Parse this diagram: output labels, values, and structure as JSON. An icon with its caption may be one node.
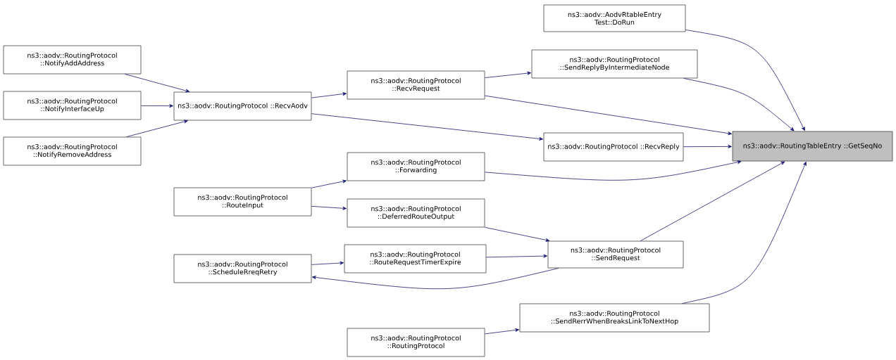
{
  "diagram": {
    "nodes": [
      {
        "text": [
          "ns3::aodv::RoutingTableEntry ::GetSeqNo"
        ]
      },
      {
        "text": [
          "ns3::aodv::AodvRtableEntry Test::DoRun"
        ]
      },
      {
        "text": [
          "ns3::aodv::RoutingProtocol ::SendReplyByIntermediateNode"
        ]
      },
      {
        "text": [
          "ns3::aodv::RoutingProtocol ::RecvRequest"
        ]
      },
      {
        "text": [
          "ns3::aodv::RoutingProtocol ::RecvAodv"
        ]
      },
      {
        "text": [
          "ns3::aodv::RoutingProtocol ::NotifyAddAddress"
        ]
      },
      {
        "text": [
          "ns3::aodv::RoutingProtocol ::NotifyInterfaceUp"
        ]
      },
      {
        "text": [
          "ns3::aodv::RoutingProtocol ::NotifyRemoveAddress"
        ]
      },
      {
        "text": [
          "ns3::aodv::RoutingProtocol ::RecvReply"
        ]
      },
      {
        "text": [
          "ns3::aodv::RoutingProtocol ::Forwarding"
        ]
      },
      {
        "text": [
          "ns3::aodv::RoutingProtocol ::RouteInput"
        ]
      },
      {
        "text": [
          "ns3::aodv::RoutingProtocol ::DeferredRouteOutput"
        ]
      },
      {
        "text": [
          "ns3::aodv::RoutingProtocol ::SendRequest"
        ]
      },
      {
        "text": [
          "ns3::aodv::RoutingProtocol ::RouteRequestTimerExpire"
        ]
      },
      {
        "text": [
          "ns3::aodv::RoutingProtocol ::ScheduleRreqRetry"
        ]
      },
      {
        "text": [
          "ns3::aodv::RoutingProtocol ::SendRerrWhenBreaksLinkToNextHop"
        ]
      },
      {
        "text": [
          "ns3::aodv::RoutingProtocol ::RoutingProtocol"
        ]
      }
    ],
    "edges": [
      {
        "from": 1,
        "to": 0,
        "arrow": "to"
      },
      {
        "from": 2,
        "to": 0,
        "arrow": "to"
      },
      {
        "from": 3,
        "to": 0,
        "arrow": "to"
      },
      {
        "from": 8,
        "to": 0,
        "arrow": "to"
      },
      {
        "from": 9,
        "to": 0,
        "arrow": "to"
      },
      {
        "from": 12,
        "to": 0,
        "arrow": "to"
      },
      {
        "from": 15,
        "to": 0,
        "arrow": "to"
      },
      {
        "from": 3,
        "to": 2,
        "arrow": "to"
      },
      {
        "from": 4,
        "to": 3,
        "arrow": "to"
      },
      {
        "from": 4,
        "to": 8,
        "arrow": "to"
      },
      {
        "from": 5,
        "to": 4,
        "arrow": "to"
      },
      {
        "from": 6,
        "to": 4,
        "arrow": "to"
      },
      {
        "from": 7,
        "to": 4,
        "arrow": "to"
      },
      {
        "from": 10,
        "to": 9,
        "arrow": "to"
      },
      {
        "from": 10,
        "to": 11,
        "arrow": "to"
      },
      {
        "from": 11,
        "to": 12,
        "arrow": "to"
      },
      {
        "from": 13,
        "to": 12,
        "arrow": "to"
      },
      {
        "from": 14,
        "to": 13,
        "arrow": "to"
      },
      {
        "from": 12,
        "to": 14,
        "arrow": "to"
      },
      {
        "from": 16,
        "to": 15,
        "arrow": "to"
      }
    ]
  }
}
